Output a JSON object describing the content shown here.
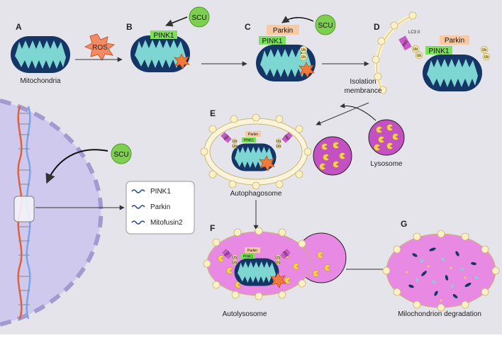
{
  "panels": {
    "A": "A",
    "B": "B",
    "C": "C",
    "D": "D",
    "E": "E",
    "F": "F",
    "G": "G"
  },
  "labels": {
    "ros": "ROS",
    "scu": "SCU",
    "pink1": "PINK1",
    "parkin": "Parkin",
    "ub": "Ub",
    "lc3": "LC3 II",
    "p62": "P62",
    "mitochondria": "Mitochondria",
    "isolation_line1": "Isolation",
    "isolation_line2": "membrance",
    "lysosome": "Lysosome",
    "autophagosome": "Autophagosome",
    "autolysosome": "Autolysosome",
    "degradation": "Milochondrion degradation"
  },
  "genes": [
    "PINK1",
    "Parkin",
    "Mitofusin2"
  ],
  "colors": {
    "background": "#e4e4ea",
    "mito_outer": "#143566",
    "mito_inner": "#7ed6d3",
    "pink1": "#7be05a",
    "parkin": "#f8c9a3",
    "scu": "#7ecf4f",
    "ros": "#f28a64",
    "membrane": "#fbf0c8",
    "lysosome": "#c450c4",
    "nucleus": "#cfc9ee"
  }
}
